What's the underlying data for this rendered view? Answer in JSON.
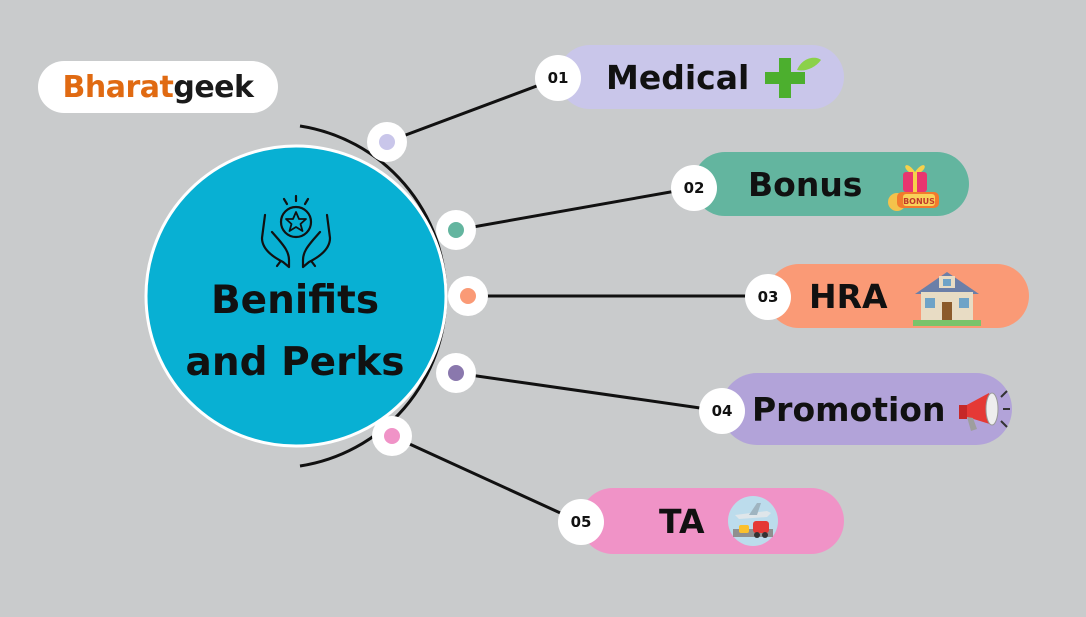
{
  "logo": {
    "part1": "Bharat",
    "part2": "geek"
  },
  "center": {
    "line1": "Benifits",
    "line2": "and Perks",
    "icon": "hands-star-icon"
  },
  "colors": {
    "background": "#c9cbcc",
    "center_circle": "#08b0d3",
    "logo_orange": "#e06a12"
  },
  "items": [
    {
      "number": "01",
      "label": "Medical",
      "color": "#c9c6ea",
      "dot": "#c9c6ea",
      "icon": "medical-cross-icon"
    },
    {
      "number": "02",
      "label": "Bonus",
      "color": "#63b59f",
      "dot": "#63b59f",
      "icon": "bonus-gift-icon"
    },
    {
      "number": "03",
      "label": "HRA",
      "color": "#fa9a76",
      "dot": "#fa9a76",
      "icon": "house-icon"
    },
    {
      "number": "04",
      "label": "Promotion",
      "color": "#b2a3d9",
      "dot": "#8a78ad",
      "icon": "megaphone-icon"
    },
    {
      "number": "05",
      "label": "TA",
      "color": "#f093c7",
      "dot": "#f093c7",
      "icon": "travel-icon"
    }
  ]
}
